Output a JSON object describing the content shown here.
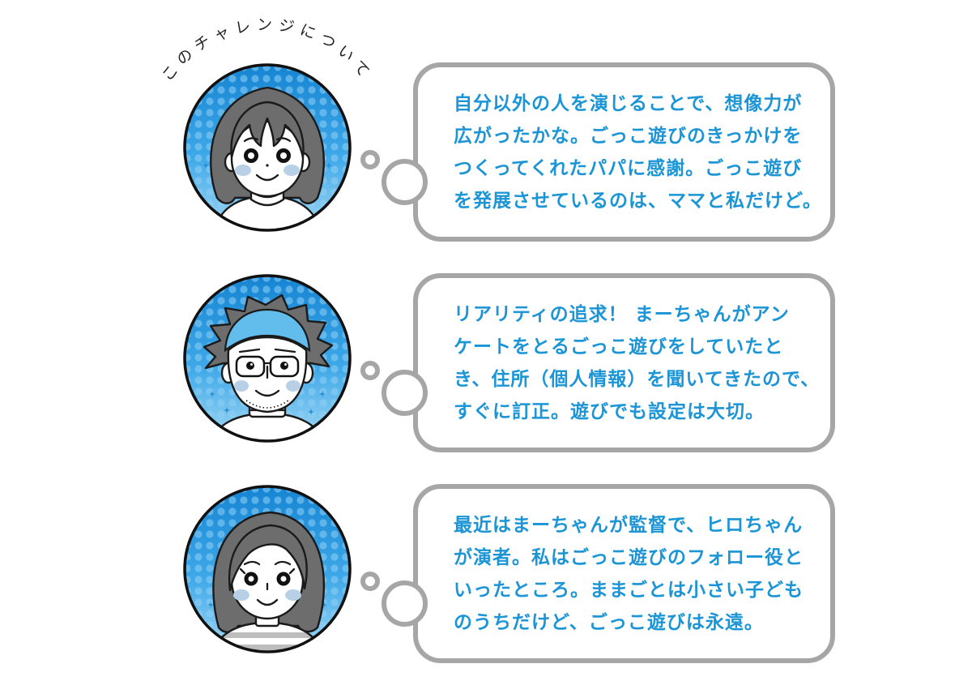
{
  "header": {
    "title": "このチャレンジについて"
  },
  "comments": [
    {
      "avatar": "daughter-avatar",
      "lines": [
        "自分以外の人を演じることで、想像力が",
        "広がったかな。ごっこ遊びのきっかけを",
        "つくってくれたパパに感謝。ごっこ遊び",
        "を発展させているのは、ママと私だけど。"
      ]
    },
    {
      "avatar": "father-avatar",
      "lines": [
        "リアリティの追求！ まーちゃんがアン",
        "ケートをとるごっこ遊びをしていたと",
        "き、住所（個人情報）を聞いてきたので、",
        "すぐに訂正。遊びでも設定は大切。"
      ]
    },
    {
      "avatar": "mother-avatar",
      "lines": [
        "最近はまーちゃんが監督で、ヒロちゃん",
        "が演者。私はごっこ遊びのフォロー役と",
        "いったところ。ままごとは小さい子ども",
        "のうちだけど、ごっこ遊びは永遠。"
      ]
    }
  ],
  "theme": {
    "text_color": "#1b95d6",
    "bubble_border": "#a6a6a6",
    "title_color": "#222222",
    "hair": "#6d6d6d",
    "cheek": "#b7d0e6",
    "outline": "#1a1a1a"
  }
}
